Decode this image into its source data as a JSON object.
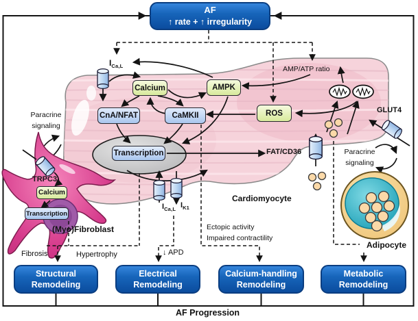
{
  "af_box": {
    "line1": "AF",
    "line2": "↑ rate + ↑ irregularity"
  },
  "bottom_axis": {
    "label": "AF Progression"
  },
  "remodeling_boxes": {
    "structural": {
      "line1": "Structural",
      "line2": "Remodeling"
    },
    "electrical": {
      "line1": "Electrical",
      "line2": "Remodeling"
    },
    "calcium_handling": {
      "line1": "Calcium-handling",
      "line2": "Remodeling"
    },
    "metabolic": {
      "line1": "Metabolic",
      "line2": "Remodeling"
    }
  },
  "cardiomyocyte": {
    "label": "Cardiomyocyte",
    "nodes": {
      "calcium": "Calcium",
      "ampk": "AMPK",
      "ros": "ROS",
      "cna_nfat": "CnA/NFAT",
      "camkii": "CaMKII",
      "transcription": "Transcription"
    },
    "ica_l": {
      "main": "I",
      "sub": "Ca,L"
    },
    "ik1": {
      "main": "I",
      "sub": "K1"
    },
    "amp_atp_ratio": "AMP/ATP ratio",
    "glut4": "GLUT4",
    "fat_cd36": "FAT/CD36"
  },
  "fibroblast": {
    "label": "(Myo)Fibroblast",
    "trpc3": "TRPC3",
    "calcium": "Calcium",
    "transcription": "Transcription",
    "paracrine": {
      "line1": "Paracrine",
      "line2": "signaling"
    }
  },
  "adipocyte": {
    "label": "Adipocyte",
    "paracrine": {
      "line1": "Paracrine",
      "line2": "signaling"
    }
  },
  "effects": {
    "fibrosis": "Fibrosis",
    "hypertrophy": "Hypertrophy",
    "apd": "↓ APD",
    "ectopic_activity": "Ectopic activity",
    "impaired_contractility": "Impaired contractility"
  },
  "colors": {
    "box_blue_dark": "#0b4c9e",
    "box_blue_light": "#3585dc",
    "node_green": "#d8ea9c",
    "node_blue": "#a9c6ee",
    "cell_pink": "#f6d3db",
    "fibroblast_pink": "#d63b8c",
    "adipocyte_teal": "#2aa7bc",
    "adipocyte_rim": "#f2c87c",
    "lipid_droplet": "#fbd9a8"
  }
}
